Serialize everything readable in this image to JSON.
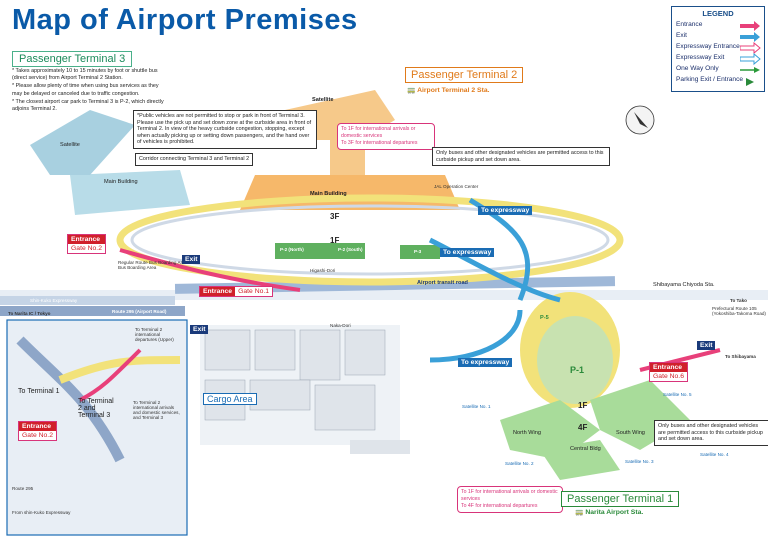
{
  "title": "Map of Airport Premises",
  "terminal3": {
    "label": "Passenger Terminal 3",
    "notes": [
      "* Takes approximately 10 to 15 minutes by foot or shuttle bus (direct service) from Airport Terminal 2 Station.",
      "* Please allow plenty of time when using bus services as they may be delayed or canceled due to traffic congestion.",
      "* The closest airport car park to Terminal 3 is P-2, which directly adjoins Terminal 2."
    ],
    "main_building": "Main Building",
    "satellite": "Satellite",
    "bus_area": "Regular Route Bus Boarding Area / Bus Boarding Area"
  },
  "terminal2": {
    "label": "Passenger Terminal 2",
    "station": "Airport Terminal 2 Sta.",
    "satellite": "Satellite",
    "main_building": "Main Building",
    "floor_3f": "3F",
    "floor_1f": "1F",
    "jal_center": "JAL Operation Center"
  },
  "terminal1": {
    "label": "Passenger Terminal 1",
    "station": "Narita Airport Sta.",
    "north_wing": "North Wing",
    "south_wing": "South Wing",
    "central_bldg": "Central Bldg",
    "floor_1f": "1F",
    "floor_4f": "4F",
    "satellites": [
      "Satellite No. 1",
      "Satellite No. 2",
      "Satellite No. 3",
      "Satellite No. 4",
      "Satellite No. 5"
    ]
  },
  "legend": {
    "heading": "LEGEND",
    "items": [
      "Entrance",
      "Exit",
      "Expressway Entrance",
      "Expressway Exit",
      "One Way Only",
      "Parking Exit / Entrance"
    ],
    "colors": {
      "entrance": "#e8407a",
      "exit": "#3aa0d8",
      "expressway_entrance": "#e8407a",
      "expressway_exit": "#3aa0d8",
      "one_way": "#2a9a3a",
      "parking": "#2a8a3a"
    }
  },
  "notes": {
    "public_vehicles": "*Public vehicles are not permitted to stop or park in front of Terminal 3. Please use the pick up and set down zone at the curbside area in front of Terminal 2. In view of the heavy curbside congestion, stopping, except when actually picking up or setting down passengers, and the hand over of vehicles is prohibited.",
    "corridor": "Corridor connecting Terminal 3 and Terminal 2",
    "t2_floors": [
      "To 1F for international arrivals or domestic services",
      "To 3F for international departures"
    ],
    "buses_t2": "Only buses and other designated vehicles are permitted access to this curbside pickup and set down area.",
    "buses_t1": "Only buses and other designated vehicles are permitted access to this curbside pickup and set down area.",
    "t1_floors": [
      "To 1F for international arrivals or domestic services",
      "To 4F for international departures"
    ]
  },
  "labels": {
    "to_expressway_1": "To expressway",
    "to_expressway_2": "To expressway",
    "to_expressway_3": "To expressway",
    "airport_transit_road": "Airport transit road",
    "shibayama_chiyoda": "Shibayama Chiyoda Sta.",
    "to_tako": "To Tako",
    "tako_sub": "Prefectural Route 105 (Yokoshiba-Takoma Road)",
    "to_shibayama": "To Shibayama",
    "shin_kuko": "Shin-Kuko Expressway",
    "route_295": "Route 295 (Airport Road)",
    "to_narita": "To Narita IC / Tokyo",
    "cargo_area": "Cargo Area",
    "higashi_dori": "Higashi-Dori",
    "naka_dori": "Naka-Dori",
    "p1": "P-1",
    "p2_north": "P-2 (North)",
    "p2_south": "P-2 (South)",
    "p3": "P-3",
    "p5": "P-5"
  },
  "gates": [
    {
      "entrance": "Entrance",
      "gate": "Gate No.2"
    },
    {
      "entrance": "Entrance",
      "gate": "Gate No.1"
    },
    {
      "entrance": "Entrance",
      "gate": "Gate No.6"
    },
    {
      "entrance": "Entrance",
      "gate": "Gate No.2"
    }
  ],
  "exits": [
    "Exit",
    "Exit",
    "Exit"
  ],
  "inset": {
    "to_terminal1": "To Terminal 1",
    "to_terminal2_3": "To Terminal 2 and Terminal 3",
    "right_note_1": "To Terminal 2 international departures (Upper)",
    "right_note_2": "To Terminal 2 international arrivals and domestic services, and Terminal 3",
    "route_295": "Route 295",
    "from_shin_kuko": "From shin-Kuko Expressway"
  }
}
